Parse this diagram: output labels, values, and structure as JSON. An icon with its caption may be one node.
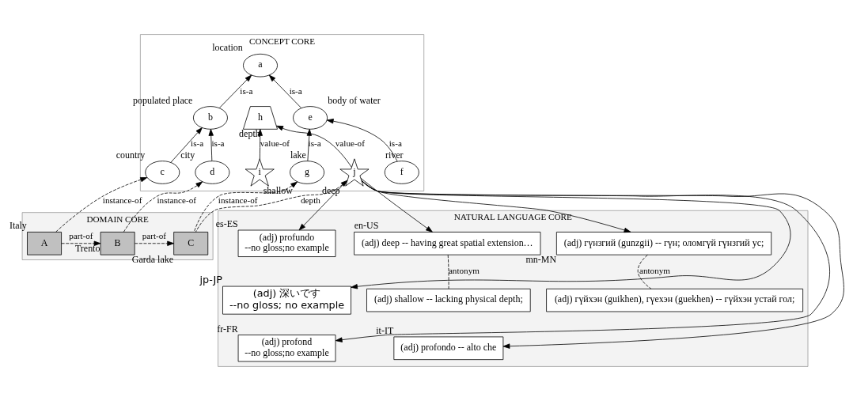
{
  "diagram": {
    "nodes": [
      {
        "text": [
          "CONCEPT CORE"
        ]
      },
      {
        "text": [
          "a"
        ],
        "beside": [
          "location"
        ],
        "in": 0
      },
      {
        "text": [
          "b"
        ],
        "beside": [
          "populated place"
        ],
        "in": 0
      },
      {
        "text": [
          "c"
        ],
        "beside": [
          "country"
        ],
        "in": 0
      },
      {
        "text": [
          "d"
        ],
        "beside": [
          "city"
        ],
        "in": 0
      },
      {
        "text": [
          "e"
        ],
        "beside": [
          "body of water"
        ],
        "in": 0
      },
      {
        "text": [
          "f"
        ],
        "beside": [
          "river"
        ],
        "in": 0
      },
      {
        "text": [
          "g"
        ],
        "beside": [
          "lake"
        ],
        "in": 0
      },
      {
        "text": [
          "h"
        ],
        "beside": [
          "depth"
        ],
        "in": 0
      },
      {
        "text": [
          "i"
        ],
        "beside": [
          "shallow"
        ],
        "in": 0
      },
      {
        "text": [
          "j"
        ],
        "beside": [
          "deep"
        ],
        "in": 0
      },
      {
        "text": [
          "DOMAIN CORE"
        ]
      },
      {
        "text": [
          "A"
        ],
        "beside": [
          "Italy"
        ],
        "in": 11
      },
      {
        "text": [
          "B"
        ],
        "beside": [
          "Trento"
        ],
        "in": 11
      },
      {
        "text": [
          "C"
        ],
        "beside": [
          "Garda lake"
        ],
        "in": 11
      },
      {
        "text": [
          "NATURAL LANGUAGE CORE"
        ]
      },
      {
        "text": [
          "(adj) profundo",
          "--no gloss;no example"
        ],
        "beside": [
          "es-ES"
        ],
        "in": 15
      },
      {
        "text": [
          "(adj) 深いです",
          "--no gloss; no example"
        ],
        "beside": [
          "jp-JP"
        ],
        "in": 15
      },
      {
        "text": [
          "(adj) profond",
          "--no gloss;no example"
        ],
        "beside": [
          "fr-FR"
        ],
        "in": 15
      },
      {
        "text": [
          "(adj) deep -- having great spatial extension…"
        ],
        "beside": [
          "en-US"
        ],
        "in": 15
      },
      {
        "text": [
          "(adj) shallow -- lacking physical depth;"
        ],
        "in": 15
      },
      {
        "text": [
          "(adj) profondo -- alto che"
        ],
        "beside": [
          "it-IT"
        ],
        "in": 15
      },
      {
        "text": [
          "(adj) гүнзгий (gunzgii) -- гүн; оломгүй гүнзгий ус;"
        ],
        "beside": [
          "mn-MN"
        ],
        "in": 15
      },
      {
        "text": [
          "(adj) гүйхэн (guikhen), гүехэн (guekhen) -- гүйхэн устай гол;"
        ],
        "in": 15
      }
    ],
    "edges": [
      {
        "from": 2,
        "to": 1,
        "arrow": "to",
        "label": "is-a"
      },
      {
        "from": 5,
        "to": 1,
        "arrow": "to",
        "label": "is-a"
      },
      {
        "from": 3,
        "to": 2,
        "arrow": "to",
        "label": "is-a"
      },
      {
        "from": 4,
        "to": 2,
        "arrow": "to",
        "label": "is-a"
      },
      {
        "from": 6,
        "to": 5,
        "arrow": "to",
        "label": "is-a"
      },
      {
        "from": 7,
        "to": 5,
        "arrow": "to",
        "label": "is-a"
      },
      {
        "from": 12,
        "to": 3,
        "arrow": "to",
        "label": "instance-of",
        "style": "dashed"
      },
      {
        "from": 13,
        "to": 4,
        "arrow": "to",
        "label": "instance-of",
        "style": "dashed"
      },
      {
        "from": 14,
        "to": 7,
        "arrow": "to",
        "label": "instance-of",
        "style": "dashed"
      },
      {
        "from": 12,
        "to": 13,
        "arrow": "to",
        "label": "part-of",
        "style": "dashed"
      },
      {
        "from": 13,
        "to": 14,
        "arrow": "to",
        "label": "part-of",
        "style": "dashed"
      },
      {
        "from": 14,
        "to": 10,
        "arrow": "to",
        "label": "depth",
        "style": "dashed"
      },
      {
        "from": 9,
        "to": 8,
        "arrow": "to",
        "label": "value-of"
      },
      {
        "from": 10,
        "to": 8,
        "arrow": "to",
        "label": "value-of"
      },
      {
        "from": 10,
        "to": 16,
        "arrow": "to"
      },
      {
        "from": 10,
        "to": 17,
        "arrow": "to"
      },
      {
        "from": 10,
        "to": 18,
        "arrow": "to"
      },
      {
        "from": 10,
        "to": 19,
        "arrow": "to"
      },
      {
        "from": 10,
        "to": 22,
        "arrow": "to"
      },
      {
        "from": 10,
        "to": 21,
        "arrow": "to"
      },
      {
        "from": 19,
        "to": 20,
        "arrow": "none",
        "label": "antonym",
        "style": "dashed"
      },
      {
        "from": 22,
        "to": 23,
        "arrow": "none",
        "label": "antonym",
        "style": "dashed"
      }
    ]
  }
}
